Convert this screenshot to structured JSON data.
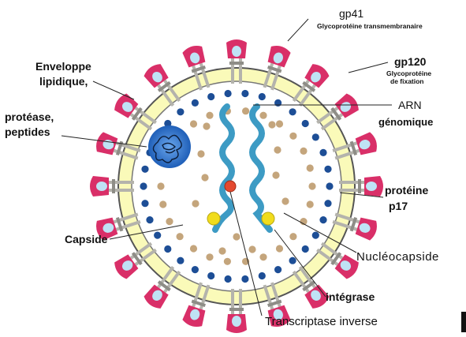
{
  "colors": {
    "envelope_fill": "#fafab9",
    "envelope_stroke": "#555555",
    "capsid_dot": "#1d4e96",
    "matrix_dot": "#c4a57c",
    "rna": "#3d9bc4",
    "integrase": "#f1dc1c",
    "transcriptase": "#e4492f",
    "protease_body": "#2268c6",
    "spike_stalk": "#b4b3ac",
    "spike_head": "#d92f68",
    "spike_core": "#bfe3f5",
    "line": "#222222"
  },
  "labels": {
    "gp41": "gp41",
    "gp41_desc": "Glycoprotéine transmembranaire",
    "gp120": "gp120",
    "gp120_desc1": "Glycoprotéine",
    "gp120_desc2": "de fixation",
    "envelope1": "Enveloppe",
    "envelope2": "lipidique,",
    "protease1": "protéase,",
    "protease2": "peptides",
    "arn1": "ARN",
    "arn2": "génomique",
    "p17_1": "protéine",
    "p17_2": "p17",
    "capside": "Capside",
    "nucleocapside": "Nucléocapside",
    "integrase": "intégrase",
    "transcriptase": "Transcriptase inverse"
  }
}
